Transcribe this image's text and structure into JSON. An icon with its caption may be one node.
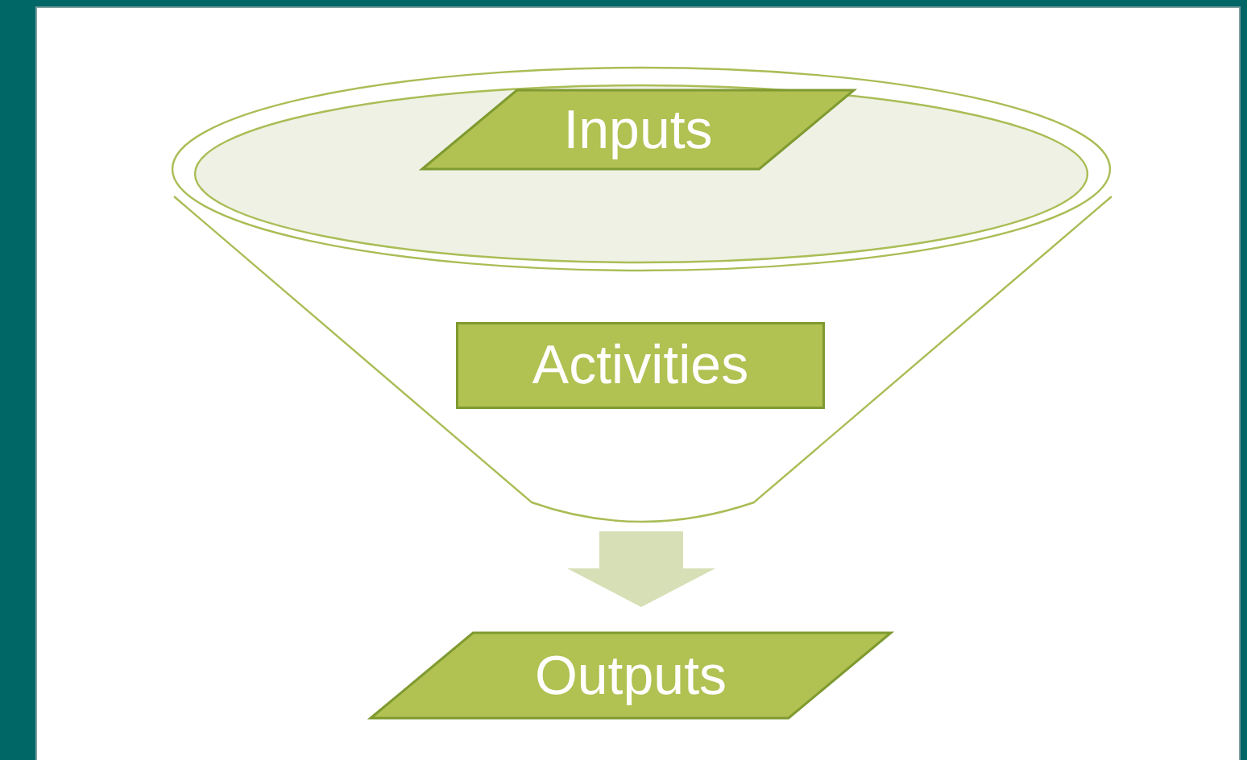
{
  "diagram": {
    "nodes": [
      {
        "text": [],
        "shape": "funnel"
      },
      {
        "text": [
          "Inputs"
        ],
        "in": 0
      },
      {
        "text": [
          "Activities"
        ],
        "in": 0
      },
      {
        "text": [
          "Outputs"
        ]
      }
    ],
    "edges": [
      {
        "from": 0,
        "to": 3,
        "arrow": "to",
        "style": "thick",
        "color": "#d6dfb5"
      }
    ]
  }
}
